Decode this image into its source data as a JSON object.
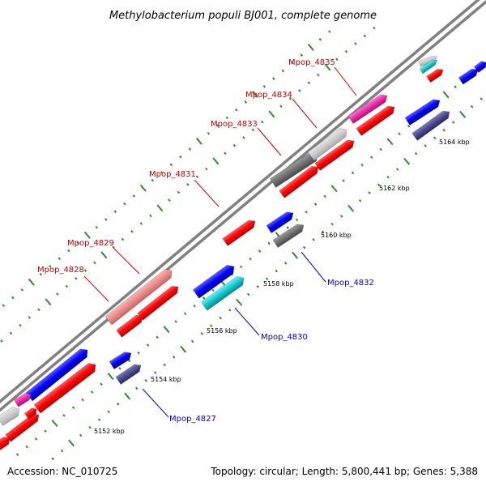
{
  "title": "Methylobacterium populi BJ001, complete genome",
  "footer": {
    "accession": "Accession: NC_010725",
    "summary": "Topology: circular; Length: 5,800,441 bp; Genes: 5,388"
  },
  "colors": {
    "backbone": "#808080",
    "tick": "#2e8b2e",
    "label_forward": "#cc0000",
    "label_reverse": "#0000cc"
  },
  "scale_labels": [
    "5152 kbp",
    "5154 kbp",
    "5156 kbp",
    "5158 kbp",
    "5160 kbp",
    "5162 kbp",
    "5164 kbp"
  ],
  "gene_labels": [
    {
      "text": "Mpop_4835",
      "strand": "forward"
    },
    {
      "text": "Mpop_4834",
      "strand": "forward"
    },
    {
      "text": "Mpop_4833",
      "strand": "forward"
    },
    {
      "text": "Mpop_4831",
      "strand": "forward"
    },
    {
      "text": "Mpop_4829",
      "strand": "forward"
    },
    {
      "text": "Mpop_4828",
      "strand": "forward"
    },
    {
      "text": "Mpop_4832",
      "strand": "reverse"
    },
    {
      "text": "Mpop_4830",
      "strand": "reverse"
    },
    {
      "text": "Mpop_4827",
      "strand": "reverse"
    }
  ]
}
